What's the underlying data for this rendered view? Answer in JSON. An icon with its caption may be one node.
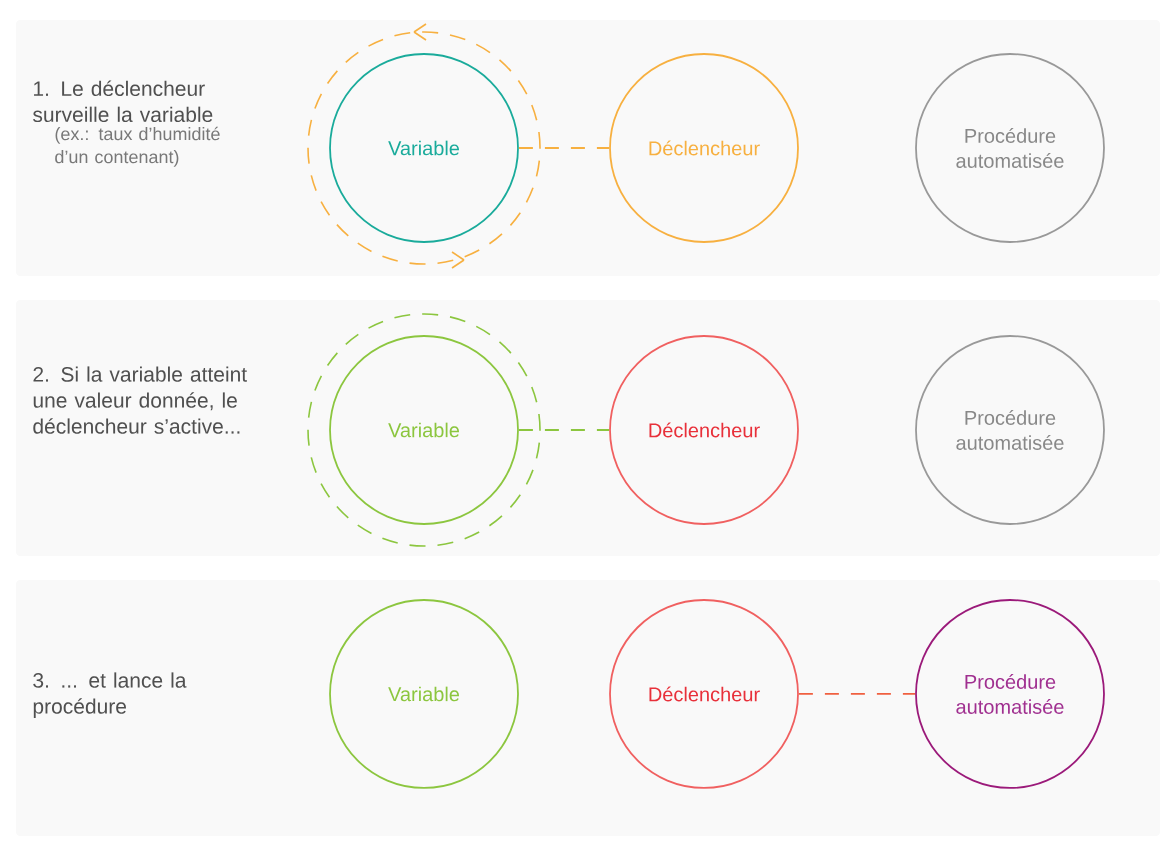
{
  "diagram": {
    "nodes": [
      {
        "text": [
          "1. Le déclencheur surveille la variable",
          "(ex.: taux d’humidité d’un contenant)"
        ]
      },
      {
        "text": [
          "Variable"
        ],
        "in": 0
      },
      {
        "text": [
          "Déclencheur"
        ],
        "in": 0
      },
      {
        "text": [
          "Procédure automatisée"
        ],
        "in": 0
      },
      {
        "text": [
          "2. Si la variable atteint une valeur donnée, le déclencheur s’active..."
        ]
      },
      {
        "text": [
          "Variable"
        ],
        "in": 4
      },
      {
        "text": [
          "Déclencheur"
        ],
        "in": 4
      },
      {
        "text": [
          "Procédure automatisée"
        ],
        "in": 4
      },
      {
        "text": [
          "3. ... et lance la procédure"
        ]
      },
      {
        "text": [
          "Variable"
        ],
        "in": 8
      },
      {
        "text": [
          "Déclencheur"
        ],
        "in": 8
      },
      {
        "text": [
          "Procédure automatisée"
        ],
        "in": 8
      }
    ],
    "edges": [
      {
        "from": 1,
        "to": 2,
        "arrow": "none",
        "style": "dashed",
        "color": "#f7b040"
      },
      {
        "from": 5,
        "to": 6,
        "arrow": "none",
        "style": "dashed",
        "color": "#8cc63f"
      },
      {
        "from": 10,
        "to": 11,
        "arrow": "none",
        "style": "dashed",
        "color": "#f06040"
      }
    ]
  }
}
